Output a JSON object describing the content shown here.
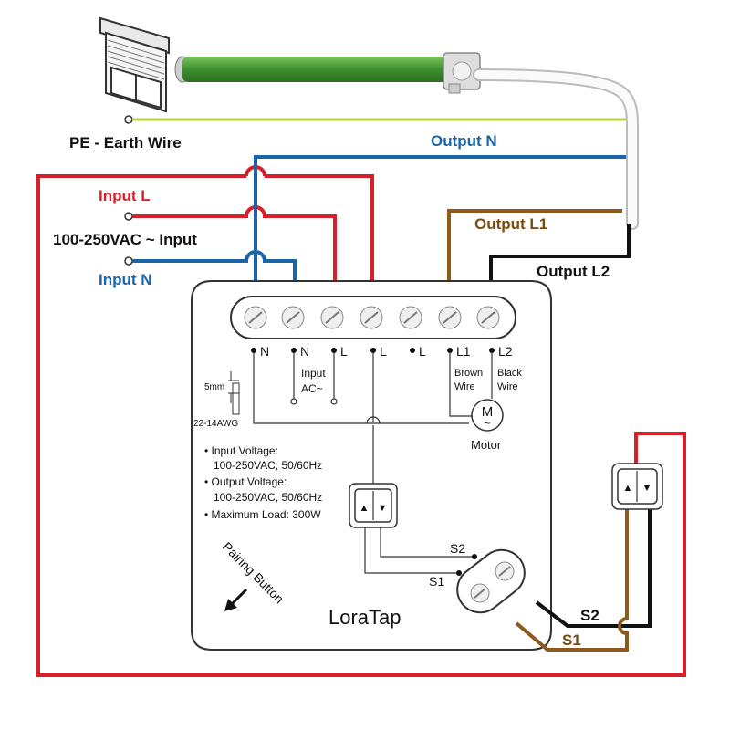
{
  "labels": {
    "pe_earth": "PE - Earth Wire",
    "output_n": "Output N",
    "input_l": "Input L",
    "input_voltage_top": "100-250VAC ~ Input",
    "input_n": "Input N",
    "output_l1": "Output L1",
    "output_l2": "Output L2",
    "brand": "LoraTap",
    "pairing_button": "Pairing Button",
    "motor": "Motor",
    "motor_symbol": "M",
    "motor_tilde": "~",
    "s1": "S1",
    "s2": "S2",
    "s1_ext": "S1",
    "s2_ext": "S2"
  },
  "terminals": [
    "N",
    "N",
    "L",
    "L",
    "L",
    "L1",
    "L2"
  ],
  "terminal_notes": {
    "input": "Input",
    "ac": "AC~",
    "brown": "Brown",
    "brown_wire": "Wire",
    "black": "Black",
    "black_wire": "Wire"
  },
  "strip": {
    "length": "5mm",
    "gauge": "22-14AWG"
  },
  "specs": [
    "• Input Voltage:",
    "100-250VAC, 50/60Hz",
    "• Output Voltage:",
    "100-250VAC, 50/60Hz",
    "• Maximum Load: 300W"
  ],
  "switch_arrows": {
    "up": "▲",
    "down": "▼"
  },
  "colors": {
    "red": "#d9202a",
    "blue": "#1a64a8",
    "brown": "#8b5a1c",
    "black": "#111111",
    "earth": "#b6d335",
    "tube": "#4a9e3a",
    "label_brown": "#7a4b10"
  }
}
